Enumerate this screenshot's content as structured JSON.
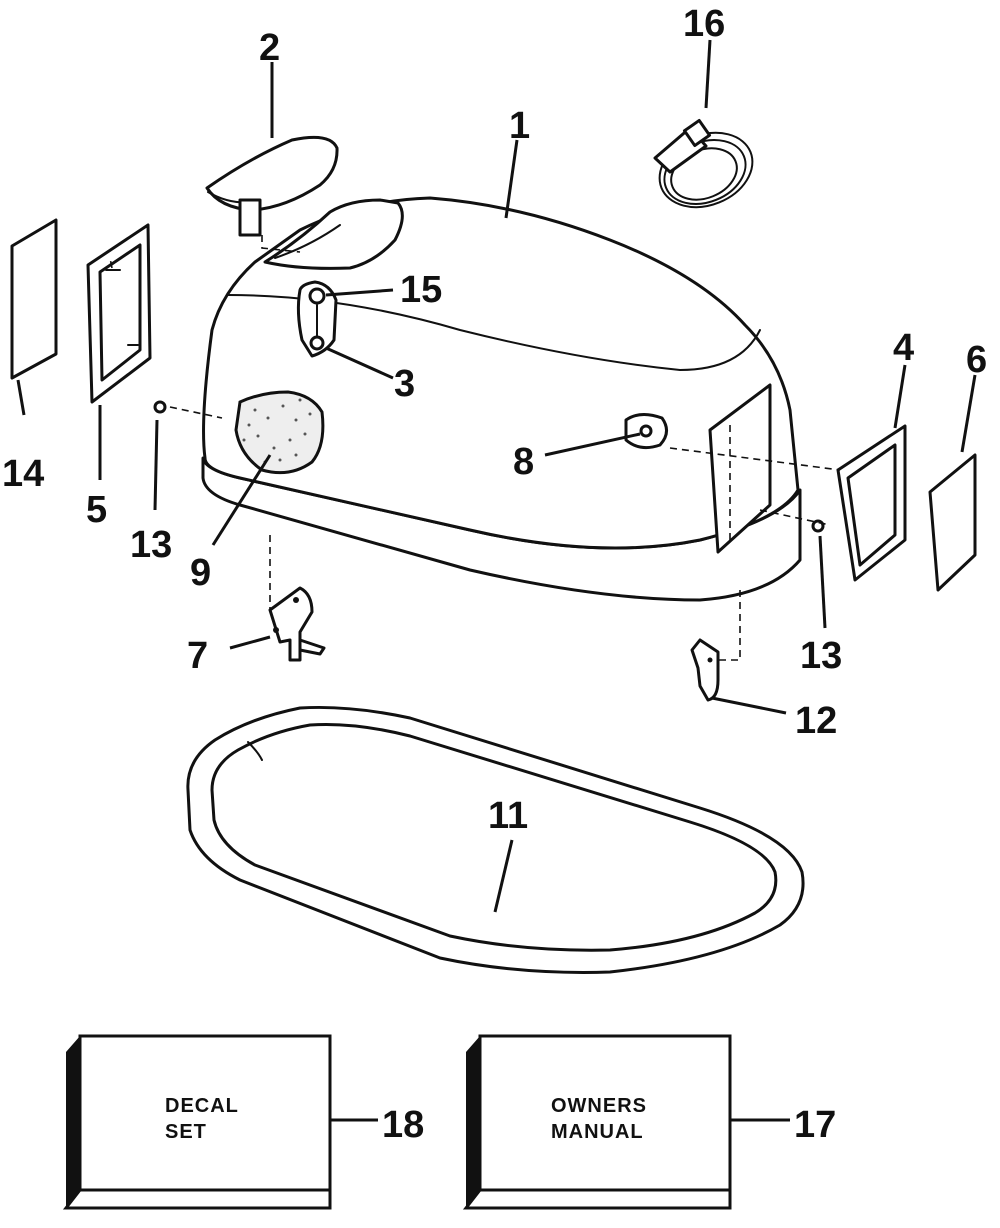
{
  "callouts": {
    "c1": "1",
    "c2": "2",
    "c3": "3",
    "c4": "4",
    "c5": "5",
    "c6": "6",
    "c7": "7",
    "c8": "8",
    "c9": "9",
    "c11": "11",
    "c12": "12",
    "c13a": "13",
    "c13b": "13",
    "c14": "14",
    "c15": "15",
    "c16": "16",
    "c17": "17",
    "c18": "18"
  },
  "boxes": {
    "decal": {
      "line1": "DECAL",
      "line2": "SET"
    },
    "manual": {
      "line1": "OWNERS",
      "line2": "MANUAL"
    }
  }
}
